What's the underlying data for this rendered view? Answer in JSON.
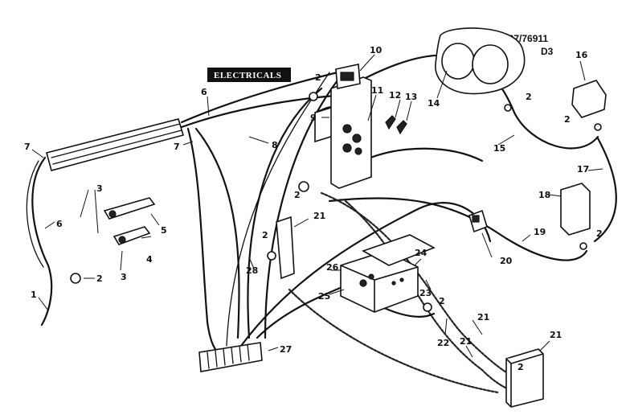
{
  "header": {
    "model_number": "867/76911",
    "sheet_code": "D3"
  },
  "banner": {
    "label": "ELECTRICALS"
  },
  "callouts": {
    "c1": "1",
    "c2a": "2",
    "c2b": "2",
    "c2c": "2",
    "c2d": "2",
    "c2e": "2",
    "c2f": "2",
    "c2g": "2",
    "c2h": "2",
    "c2i": "2",
    "c3a": "3",
    "c3b": "3",
    "c4": "4",
    "c5": "5",
    "c6a": "6",
    "c6b": "6",
    "c7a": "7",
    "c7b": "7",
    "c8": "8",
    "c9": "9",
    "c10": "10",
    "c11": "11",
    "c12": "12",
    "c13": "13",
    "c14": "14",
    "c15": "15",
    "c16": "16",
    "c17": "17",
    "c18": "18",
    "c19": "19",
    "c20": "20",
    "c21a": "21",
    "c21b": "21",
    "c21c": "21",
    "c21d": "21",
    "c22": "22",
    "c23": "23",
    "c24": "24",
    "c25": "25",
    "c26": "26",
    "c27": "27",
    "c28": "28"
  }
}
